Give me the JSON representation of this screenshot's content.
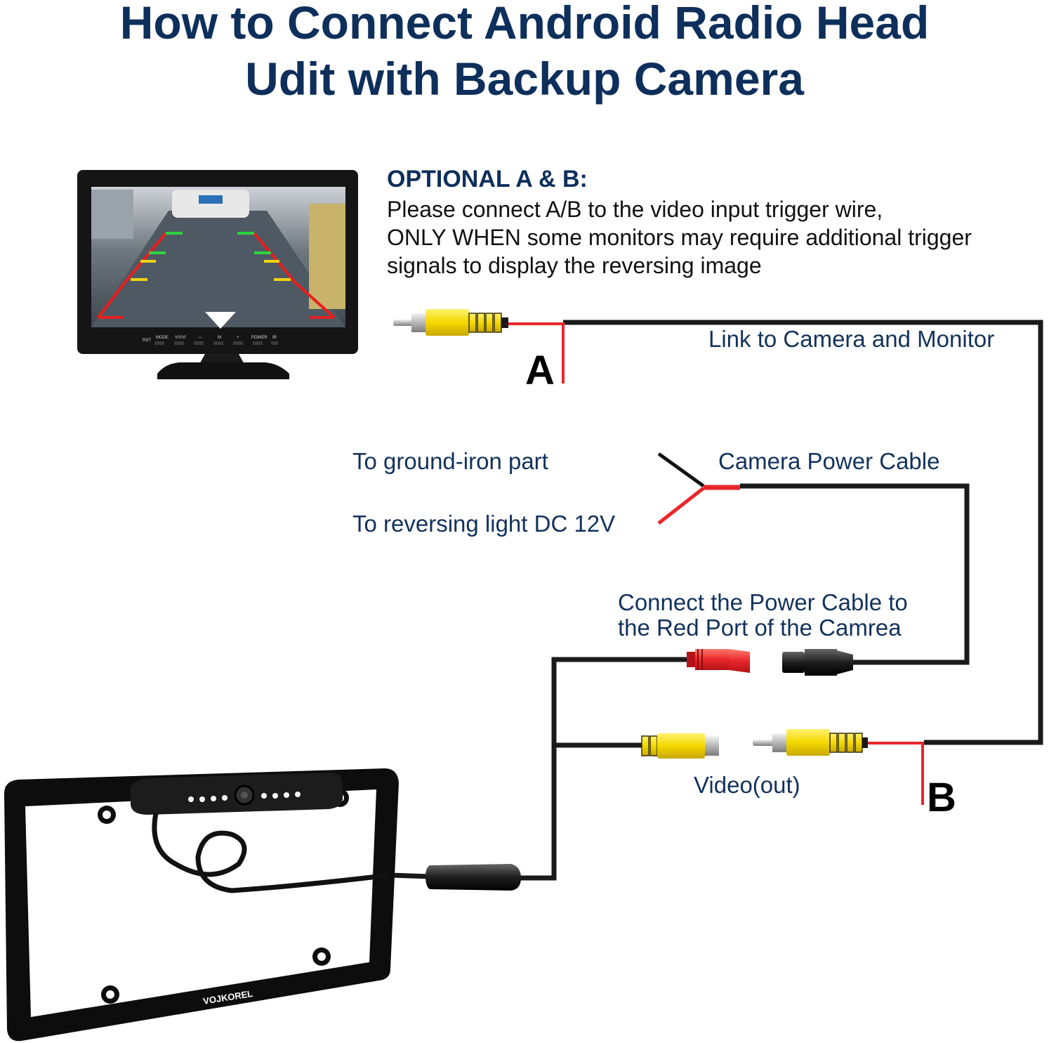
{
  "title": {
    "line1": "How to Connect Android Radio Head",
    "line2": "Udit with Backup Camera"
  },
  "optional": {
    "heading": "OPTIONAL A & B:",
    "lines": [
      "Please connect A/B to the video input trigger wire,",
      "ONLY WHEN some monitors may require additional trigger",
      "signals to display the reversing image"
    ]
  },
  "labels": {
    "link": "Link to Camera and Monitor",
    "ground": "To ground-iron part",
    "reversing": "To reversing light DC 12V",
    "power_cable": "Camera Power Cable",
    "connect_line1": "Connect the Power Cable to",
    "connect_line2": "the Red Port of the Camrea",
    "video_out": "Video(out)",
    "point_a": "A",
    "point_b": "B"
  },
  "monitor": {
    "buttons": [
      "RST",
      "MODE",
      "V/VVI",
      "—",
      "M",
      "+",
      "POWER",
      "IR"
    ]
  },
  "plate": {
    "brand": "VOJKOREL"
  },
  "colors": {
    "title": "#0e2f5b",
    "text": "#12325c",
    "wire": "#1a1a1a",
    "red_wire": "#e8262a",
    "rca_yellow": "#f4d800",
    "rca_red": "#e8262a"
  }
}
